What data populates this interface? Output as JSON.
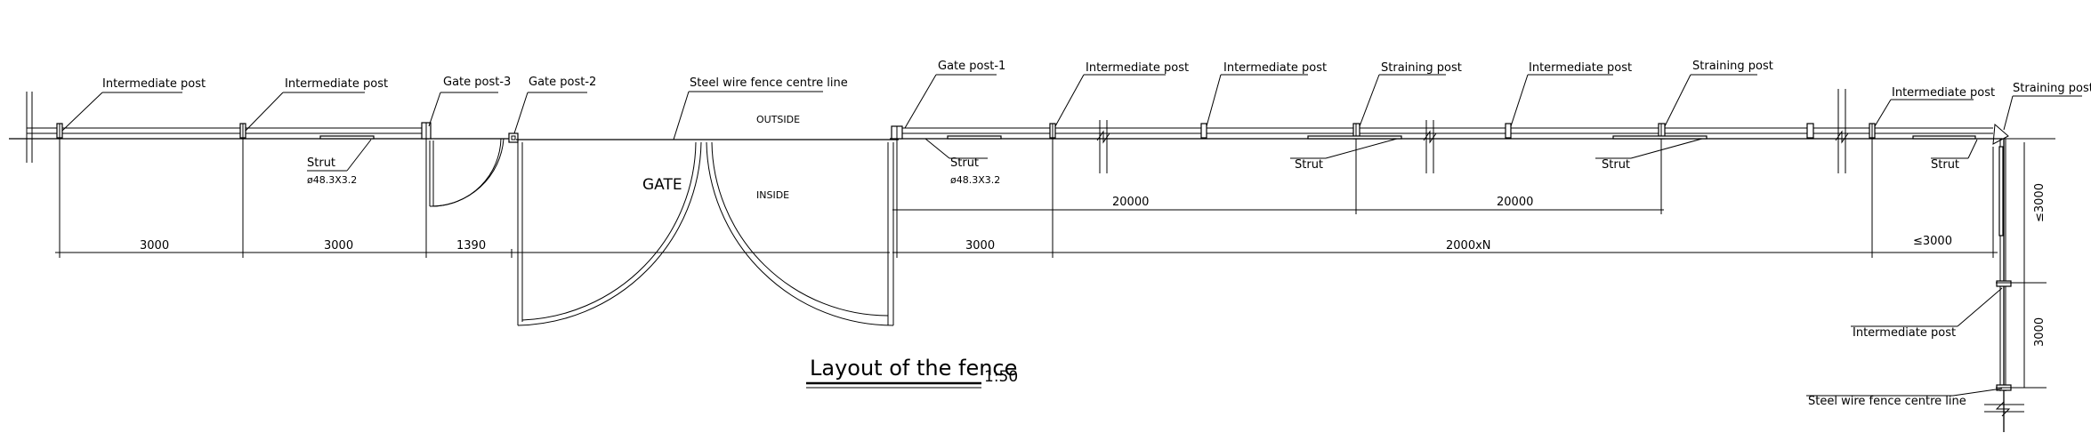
{
  "labels": {
    "intermediate_post": "Intermediate post",
    "gate_post_1": "Gate post-1",
    "gate_post_2": "Gate post-2",
    "gate_post_3": "Gate post-3",
    "straining_post": "Straining post",
    "steel_wire_centre_line": "Steel wire  fence centre line",
    "outside": "OUTSIDE",
    "inside": "INSIDE",
    "gate": "GATE",
    "strut": "Strut",
    "strut_spec": "ø48.3X3.2"
  },
  "dimensions": {
    "d3000": "3000",
    "d1390": "1390",
    "d20000": "20000",
    "d2000xN": "2000xN",
    "le3000": "≤3000"
  },
  "title": {
    "text": "Layout of the  fence",
    "scale": "1:50"
  },
  "colors": {
    "line": "#000000",
    "background": "#ffffff"
  }
}
